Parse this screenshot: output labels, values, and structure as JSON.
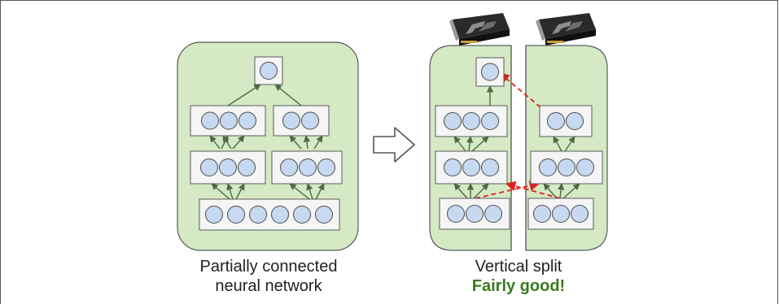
{
  "left_caption": {
    "line1": "Partially connected",
    "line2": "neural network"
  },
  "right_caption": {
    "line1": "Vertical split",
    "line2": "Fairly good!"
  },
  "colors": {
    "panel_fill": "#d4e9c4",
    "neuron_fill": "#c7d9f1",
    "layer_fill": "#f5f5f5",
    "connection": "#4b6b45",
    "cross_device_connection": "#e02020",
    "verdict_text": "#3a7a1e"
  },
  "icons": {
    "transition": "hollow-right-arrow-icon",
    "device": "gpu-card-icon"
  }
}
